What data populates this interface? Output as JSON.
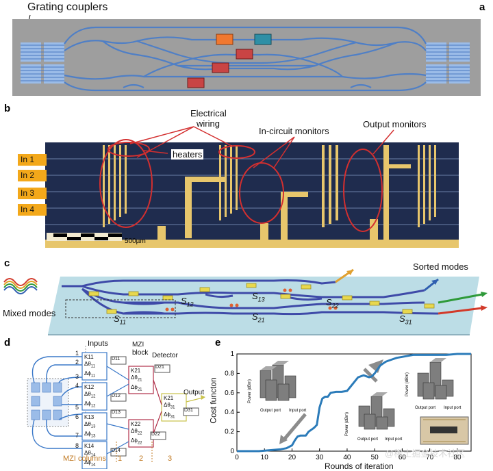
{
  "panel_a": {
    "letter": "a",
    "label_grating": "Grating couplers",
    "colors": {
      "background": "#9e9e9e",
      "waveguide": "#4f7fc6",
      "heater_orange": "#f07830",
      "heater_teal": "#2e8fa6",
      "heater_red": "#c94444"
    }
  },
  "panel_b": {
    "letter": "b",
    "label_wiring_1": "Electrical",
    "label_wiring_2": "wiring",
    "label_heaters": "heaters",
    "label_incircuit": "In-circuit monitors",
    "label_output": "Output monitors",
    "inputs": [
      "In 1",
      "In 2",
      "In 3",
      "In 4"
    ],
    "scale": "500µm",
    "colors": {
      "chip": "#1f2c4e",
      "gold": "#e7c66c",
      "ellipse": "#d32f2f",
      "input_tag": "#f3a81a"
    }
  },
  "panel_c": {
    "letter": "c",
    "label_sorted": "Sorted modes",
    "label_mixed": "Mixed modes",
    "s_labels": [
      {
        "main": "S",
        "sub": "11"
      },
      {
        "main": "S",
        "sub": "12"
      },
      {
        "main": "S",
        "sub": "13"
      },
      {
        "main": "S",
        "sub": "21"
      },
      {
        "main": "S",
        "sub": "22"
      },
      {
        "main": "S",
        "sub": "31"
      }
    ],
    "colors": {
      "slab": "#bcdde6",
      "waveguide": "#3e4aa8",
      "heater": "#e8d84e"
    }
  },
  "panel_d": {
    "letter": "d",
    "label_inputs": "Inputs",
    "label_mzi_block_1": "MZI",
    "label_mzi_block_2": "block",
    "label_detector": "Detector",
    "label_output": "Output",
    "label_columns": "MZI columns",
    "column_numbers": [
      "1",
      "2",
      "3"
    ],
    "input_numbers": [
      "1",
      "2",
      "3",
      "4",
      "5",
      "6",
      "7",
      "8"
    ],
    "k_blocks": [
      {
        "name": "K11",
        "p1": "Δθ",
        "s1": "11",
        "p2": "Δϕ",
        "s2": "11"
      },
      {
        "name": "K12",
        "p1": "Δθ",
        "s1": "12",
        "p2": "Δϕ",
        "s2": "12"
      },
      {
        "name": "K13",
        "p1": "Δθ",
        "s1": "13",
        "p2": "Δϕ",
        "s2": "13"
      },
      {
        "name": "K14",
        "p1": "Δθ",
        "s1": "14",
        "p2": "Δϕ",
        "s2": "14"
      },
      {
        "name": "K21",
        "p1": "Δθ",
        "s1": "21",
        "p2": "Δϕ",
        "s2": "21"
      },
      {
        "name": "K22",
        "p1": "Δθ",
        "s1": "22",
        "p2": "Δϕ",
        "s2": "22"
      },
      {
        "name": "K21",
        "p1": "Δθ",
        "s1": "31",
        "p2": "Δϕ",
        "s2": "31"
      }
    ],
    "detectors": [
      "D11",
      "D12",
      "D13",
      "D14",
      "D21",
      "D22",
      "D31"
    ],
    "colors": {
      "col1": "#3a78c8",
      "col2": "#b0304a",
      "col3": "#c9c24a",
      "column_label": "#c07820"
    }
  },
  "panel_e": {
    "letter": "e",
    "xlabel": "Rounds of iteration",
    "ylabel": "Cost functon",
    "inset_zlabel": "Power (dBm)",
    "inset_xlabel": "Output port",
    "inset_ylabel": "Input port",
    "watermark": "@稀土掘金技术社区",
    "colors": {
      "line": "#2b7bb9",
      "arrow": "#8c8c8c"
    }
  },
  "chart_data": {
    "type": "line",
    "xlim": [
      0,
      85
    ],
    "ylim": [
      0,
      1
    ],
    "xticks": [
      0,
      10,
      20,
      30,
      40,
      50,
      60,
      70,
      80
    ],
    "yticks": [
      0,
      0.2,
      0.4,
      0.6,
      0.8,
      1
    ],
    "ytick_labels": [
      "0",
      "0.2",
      "0.4",
      "0.6",
      "0.8",
      "1"
    ],
    "grid": false,
    "series": [
      {
        "x": [
          0,
          4,
          8,
          12,
          16,
          18,
          20,
          21,
          22,
          23,
          25,
          26,
          27,
          28,
          29,
          30,
          31,
          32,
          33,
          34,
          36,
          38,
          40,
          42,
          44,
          46,
          47,
          48,
          49,
          50,
          51,
          52,
          53,
          54,
          55,
          56,
          58,
          60,
          62,
          64,
          68,
          72,
          76,
          80,
          85
        ],
        "y": [
          0.0,
          0.0,
          0.0,
          0.01,
          0.02,
          0.03,
          0.06,
          0.11,
          0.15,
          0.16,
          0.16,
          0.2,
          0.22,
          0.24,
          0.27,
          0.45,
          0.54,
          0.56,
          0.56,
          0.6,
          0.61,
          0.61,
          0.62,
          0.69,
          0.76,
          0.78,
          0.77,
          0.76,
          0.77,
          0.8,
          0.84,
          0.88,
          0.9,
          0.92,
          0.93,
          0.94,
          0.96,
          0.97,
          0.98,
          0.99,
          0.99,
          0.99,
          0.99,
          1.0,
          1.0
        ]
      }
    ]
  }
}
